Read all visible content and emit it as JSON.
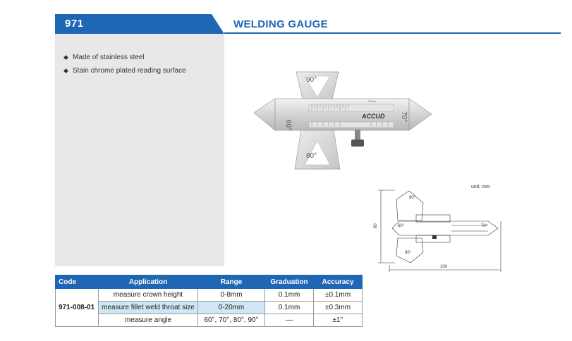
{
  "header": {
    "code": "971",
    "title": "WELDING GAUGE"
  },
  "features": [
    "Made of stainless steel",
    "Stain chrome plated reading surface"
  ],
  "photo": {
    "brand": "ACCUD",
    "angle_labels": [
      "90°",
      "60°",
      "70°",
      "80°"
    ],
    "scale_label": "0.1mm"
  },
  "drawing": {
    "unit": "unit: mm",
    "height_dim": "60",
    "width_dim": "100",
    "angle_labels": [
      "90°",
      "60°",
      "70°",
      "80°"
    ]
  },
  "table": {
    "headers": [
      "Code",
      "Application",
      "Range",
      "Graduation",
      "Accuracy"
    ],
    "code": "971-008-01",
    "rows": [
      {
        "application": "measure crown height",
        "range": "0-8mm",
        "graduation": "0.1mm",
        "accuracy": "±0.1mm"
      },
      {
        "application": "measure fillet weld throat size",
        "range": "0-20mm",
        "graduation": "0.1mm",
        "accuracy": "±0.3mm"
      },
      {
        "application": "measure angle",
        "range": "60°, 70°, 80°, 90°",
        "graduation": "—",
        "accuracy": "±1°"
      }
    ]
  },
  "colors": {
    "accent": "#1f66b4",
    "panel": "#e8e8e8",
    "highlight": "#cfe6f4"
  }
}
